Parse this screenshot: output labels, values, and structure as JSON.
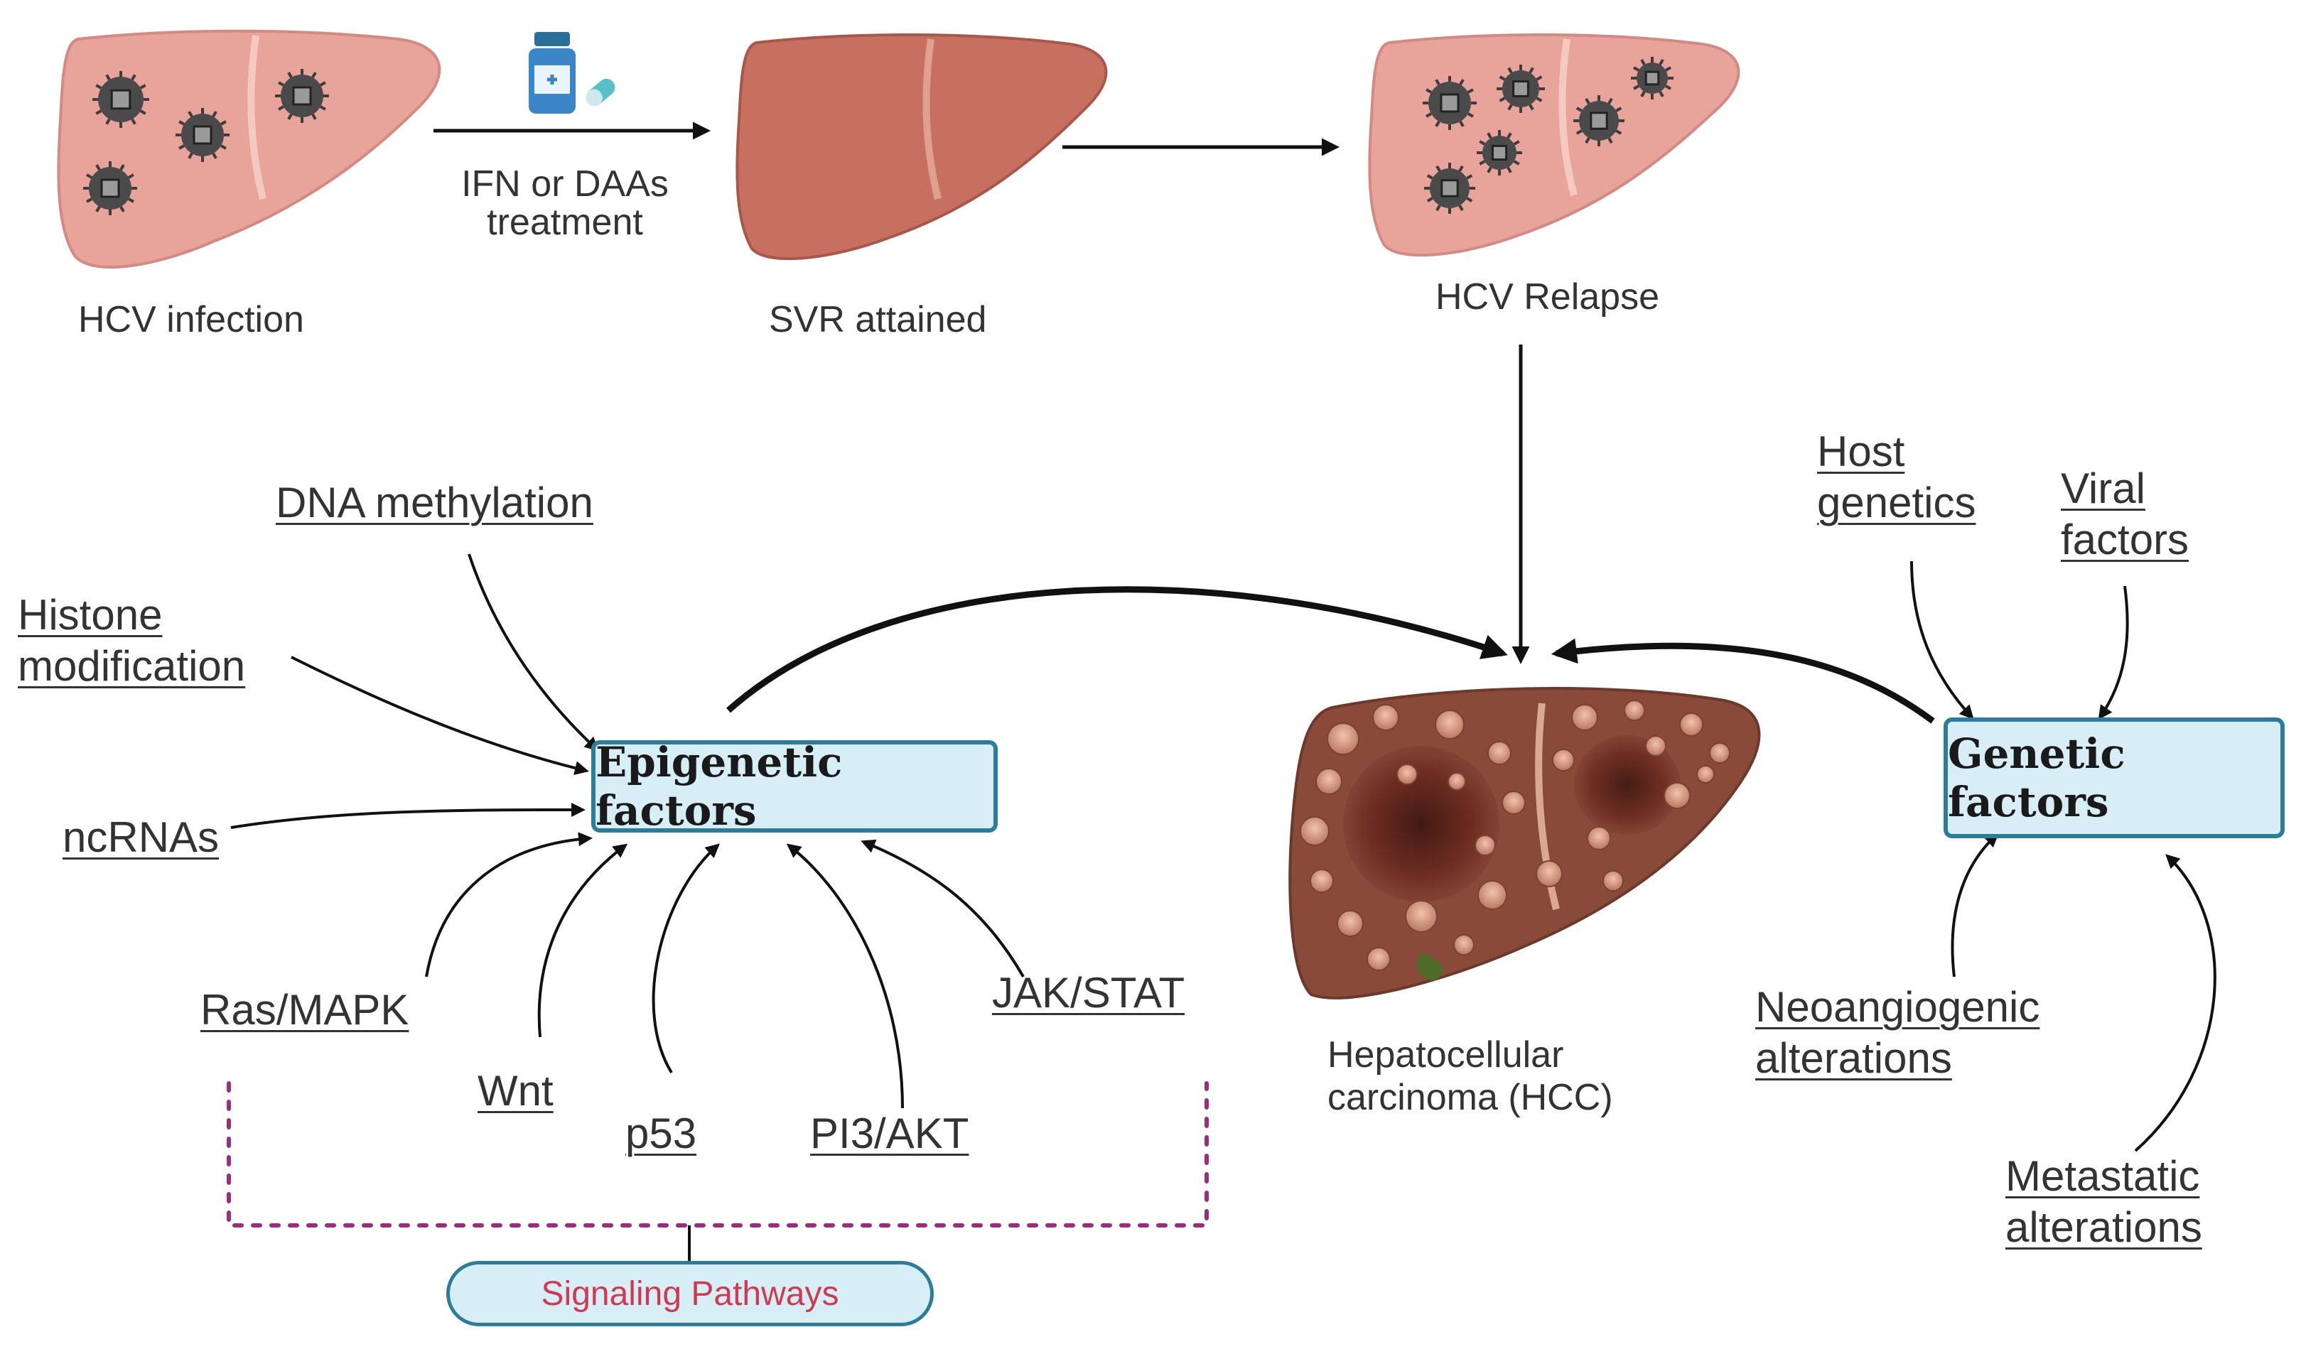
{
  "stages": {
    "infection": "HCV infection",
    "treatment": "IFN or DAAs\ntreatment",
    "svr": "SVR attained",
    "relapse": "HCV Relapse",
    "hcc": "Hepatocellular\ncarcinoma (HCC)"
  },
  "epigenetic": {
    "title": "Epigenetic factors",
    "inputs": [
      "DNA methylation",
      "Histone\nmodification",
      "ncRNAs"
    ]
  },
  "pathways": {
    "items": [
      "Ras/MAPK",
      "Wnt",
      "p53",
      "PI3/AKT",
      "JAK/STAT"
    ],
    "group_label": "Signaling Pathways"
  },
  "genetic": {
    "title": "Genetic factors",
    "inputs": [
      "Host\ngenetics",
      "Viral\nfactors",
      "Neoangiogenic\nalterations",
      "Metastatic\nalterations"
    ]
  },
  "colors": {
    "box_border": "#2d7d9a",
    "box_fill": "#d8eef7",
    "liver_infected": "#e8a39a",
    "liver_healthy": "#c8705f",
    "liver_hcc": "#8a4a3a",
    "dotted_bracket": "#9b2d7d",
    "pathway_label": "#d03a50"
  },
  "icons": [
    "medicine-bottle-icon",
    "pill-capsule-icon",
    "virus-icon"
  ]
}
